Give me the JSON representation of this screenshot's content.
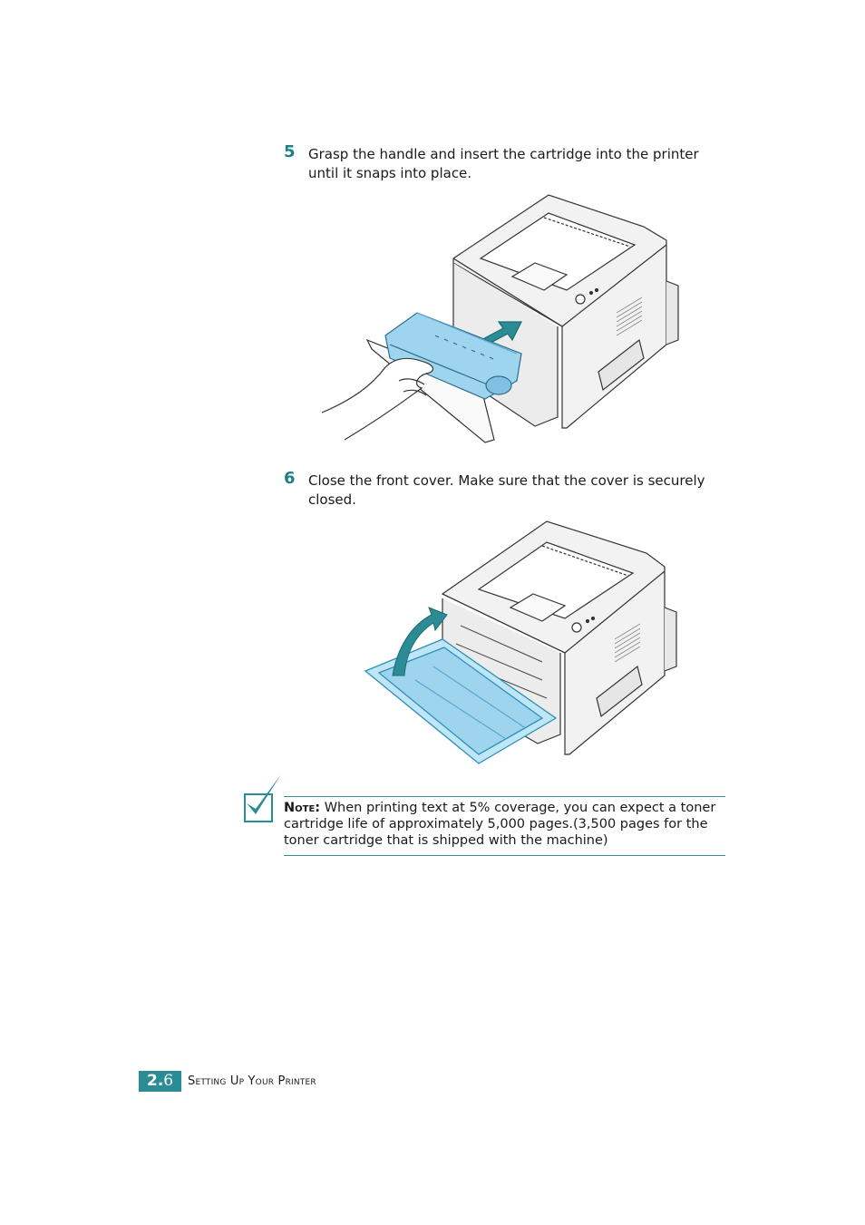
{
  "steps": [
    {
      "number": "5",
      "text": "Grasp the handle and insert the cartridge into the printer until it snaps into place."
    },
    {
      "number": "6",
      "text": "Close the front cover. Make sure that the cover is securely closed."
    }
  ],
  "note": {
    "label": "Note:",
    "text": " When printing text at 5% coverage, you can expect a toner cartridge life of approximately 5,000 pages.(3,500 pages for the toner cartridge that is shipped with the machine)"
  },
  "footer": {
    "chapter": "2.",
    "page": "6",
    "title": "Setting Up Your Printer"
  },
  "colors": {
    "accent": "#2b8c95",
    "cartridge_blue": "#9fd4ef",
    "printer_gray": "#f2f2f2"
  }
}
